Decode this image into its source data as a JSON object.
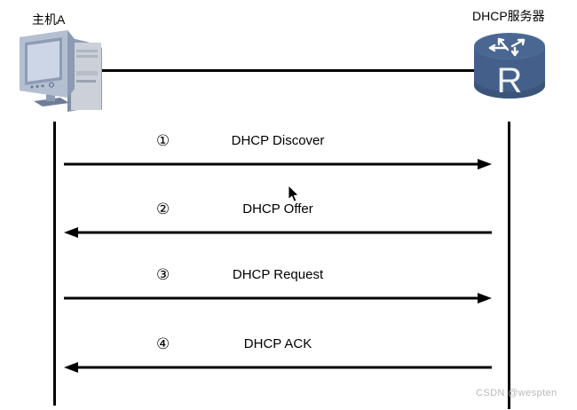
{
  "diagram": {
    "title_host": "主机A",
    "title_server": "DHCP服务器",
    "host_icon": "desktop-computer-icon",
    "server_icon": "router-icon",
    "server_glyph": "R",
    "watermark": "CSDN @wespten",
    "cursor": "mouse-pointer-icon",
    "colors": {
      "line": "#000000",
      "router_body": "#44608a",
      "router_top": "#516f9c",
      "monitor_body": "#b9c4d6",
      "tower_body": "#c6cbd4",
      "watermark": "#b9b9b9"
    },
    "messages": [
      {
        "index": "①",
        "label": "DHCP Discover",
        "direction": "right"
      },
      {
        "index": "②",
        "label": "DHCP Offer",
        "direction": "left"
      },
      {
        "index": "③",
        "label": "DHCP Request",
        "direction": "right"
      },
      {
        "index": "④",
        "label": "DHCP ACK",
        "direction": "left"
      }
    ]
  }
}
